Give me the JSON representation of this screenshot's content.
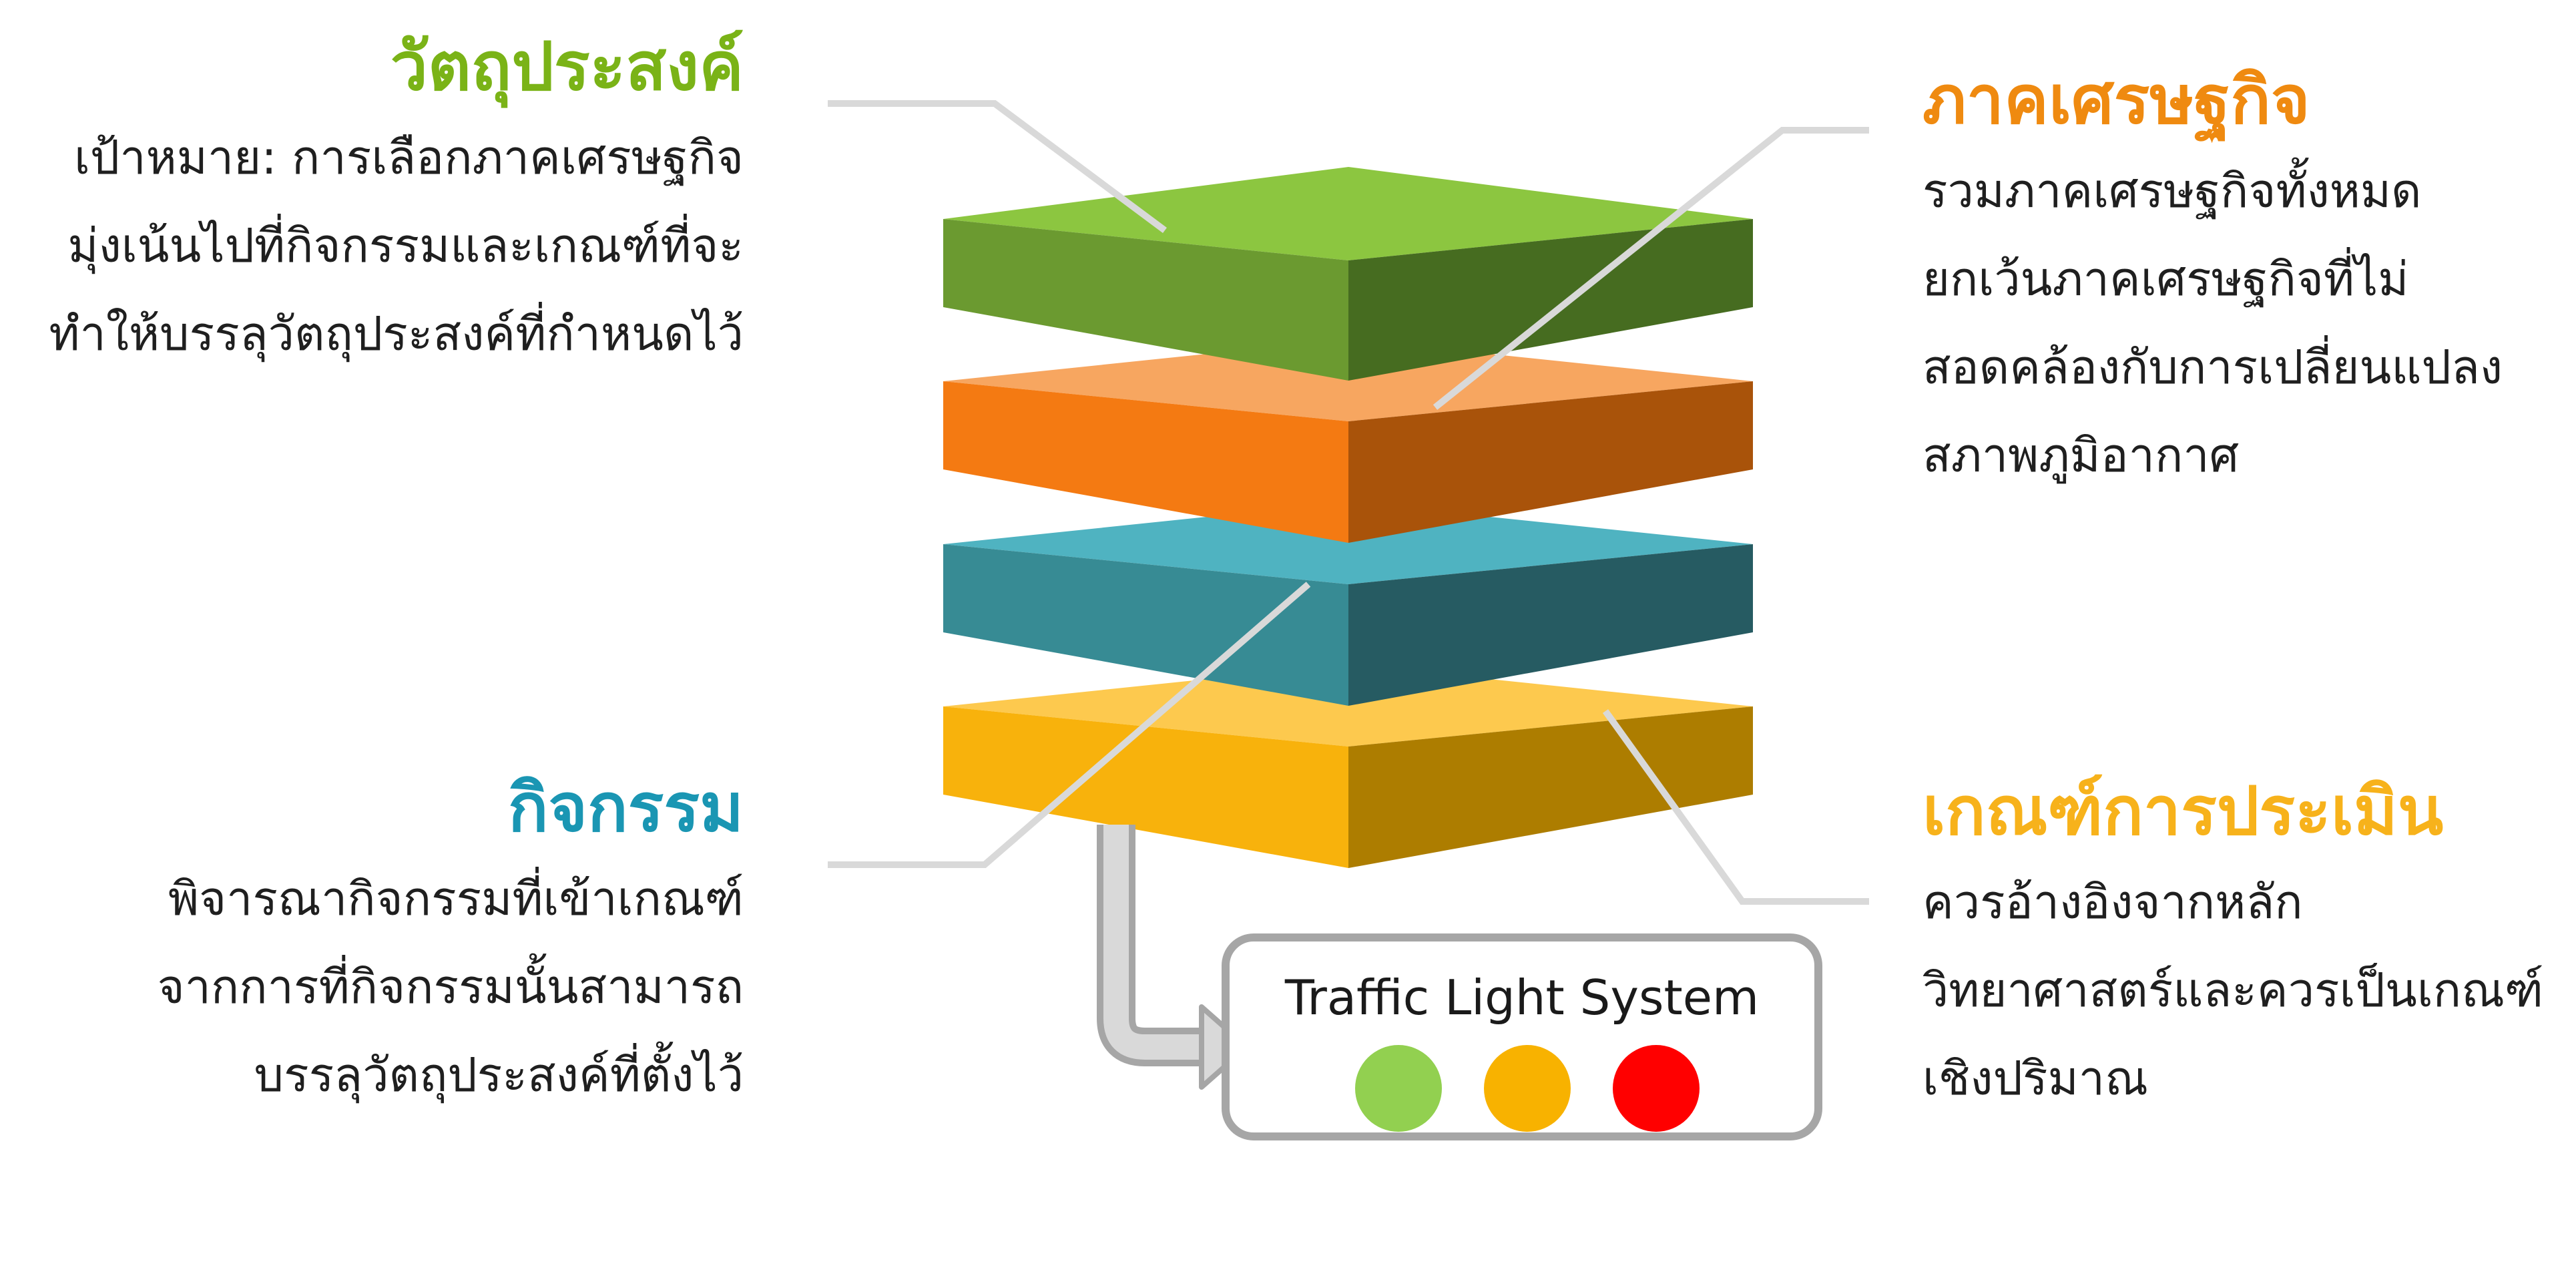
{
  "colors": {
    "green": "#8cc63f",
    "orange": "#f5a15a",
    "teal": "#4bb1c0",
    "yellow": "#f9c94a",
    "objective_heading": "#7ab317",
    "sector_heading": "#ef8a10",
    "activity_heading": "#1a96b3",
    "criteria_heading": "#f7b21b",
    "connector": "#d9d9d9",
    "traffic_green": "#92d050",
    "traffic_amber": "#f8b200",
    "traffic_red": "#ff0000"
  },
  "objective": {
    "heading": "วัตถุประสงค์",
    "lines": [
      "เป้าหมาย: การเลือกภาคเศรษฐกิจ",
      "มุ่งเน้นไปที่กิจกรรมและเกณฑ์ที่จะ",
      "ทำให้บรรลุวัตถุประสงค์ที่กำหนดไว้"
    ]
  },
  "sector": {
    "heading": "ภาคเศรษฐกิจ",
    "lines": [
      "รวมภาคเศรษฐกิจทั้งหมด",
      "ยกเว้นภาคเศรษฐกิจที่ไม่",
      "สอดคล้องกับการเปลี่ยนแปลง",
      "สภาพภูมิอากาศ"
    ]
  },
  "activity": {
    "heading": "กิจกรรม",
    "lines": [
      "พิจารณากิจกรรมที่เข้าเกณฑ์",
      "จากการที่กิจกรรมนั้นสามารถ",
      "บรรลุวัตถุประสงค์ที่ตั้งไว้"
    ]
  },
  "criteria": {
    "heading": "เกณฑ์การประเมิน",
    "lines": [
      "ควรอ้างอิงจากหลัก",
      "วิทยาศาสตร์และควรเป็นเกณฑ์",
      "เชิงปริมาณ"
    ]
  },
  "traffic": {
    "title": "Traffic Light System",
    "lights": [
      "green",
      "amber",
      "red"
    ]
  }
}
